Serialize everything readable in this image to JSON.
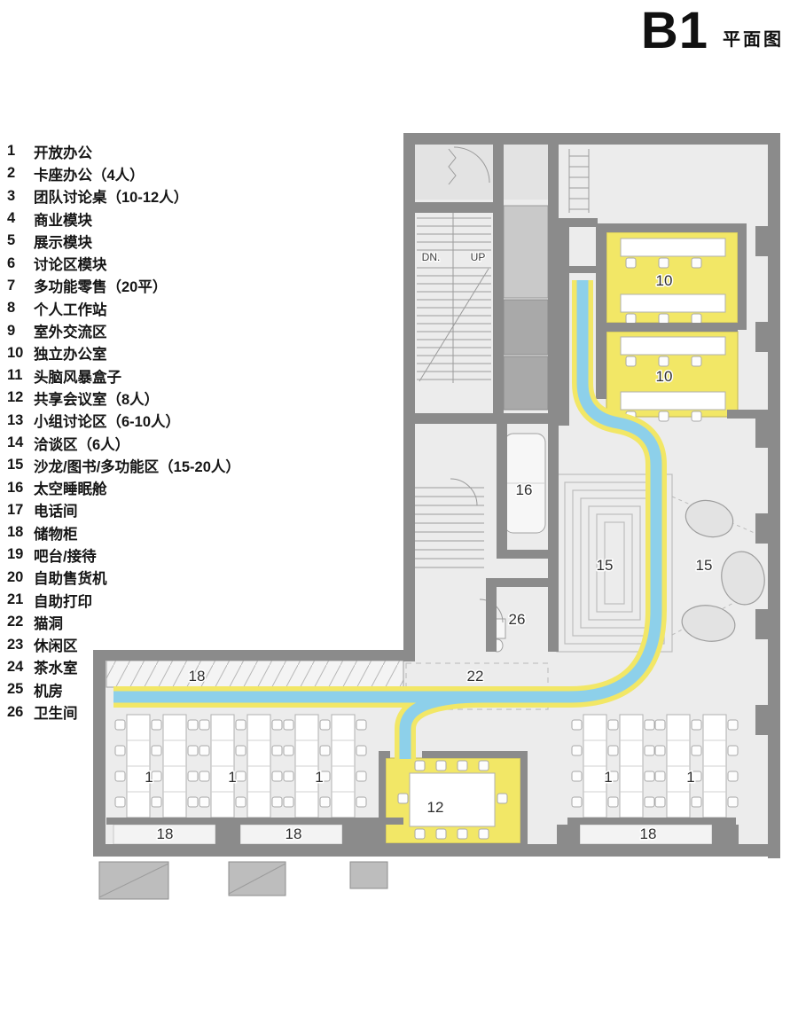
{
  "title": {
    "main": "B1",
    "sub": "平面图"
  },
  "legend": {
    "items": [
      {
        "num": "1",
        "label": "开放办公"
      },
      {
        "num": "2",
        "label": "卡座办公（4人）"
      },
      {
        "num": "3",
        "label": "团队讨论桌（10-12人）"
      },
      {
        "num": "4",
        "label": "商业模块"
      },
      {
        "num": "5",
        "label": "展示模块"
      },
      {
        "num": "6",
        "label": "讨论区模块"
      },
      {
        "num": "7",
        "label": "多功能零售（20平）"
      },
      {
        "num": "8",
        "label": "个人工作站"
      },
      {
        "num": "9",
        "label": "室外交流区"
      },
      {
        "num": "10",
        "label": "独立办公室"
      },
      {
        "num": "11",
        "label": "头脑风暴盒子"
      },
      {
        "num": "12",
        "label": "共享会议室（8人）"
      },
      {
        "num": "13",
        "label": "小组讨论区（6-10人）"
      },
      {
        "num": "14",
        "label": "洽谈区（6人）"
      },
      {
        "num": "15",
        "label": "沙龙/图书/多功能区（15-20人）"
      },
      {
        "num": "16",
        "label": "太空睡眠舱"
      },
      {
        "num": "17",
        "label": "电话间"
      },
      {
        "num": "18",
        "label": "储物柜"
      },
      {
        "num": "19",
        "label": "吧台/接待"
      },
      {
        "num": "20",
        "label": "自助售货机"
      },
      {
        "num": "21",
        "label": "自助打印"
      },
      {
        "num": "22",
        "label": "猫洞"
      },
      {
        "num": "23",
        "label": "休闲区"
      },
      {
        "num": "24",
        "label": "茶水室"
      },
      {
        "num": "25",
        "label": "机房"
      },
      {
        "num": "26",
        "label": "卫生间"
      }
    ]
  },
  "plan": {
    "stairs": {
      "dn": "DN.",
      "up": "UP"
    },
    "room_labels": [
      {
        "text": "10"
      },
      {
        "text": "10"
      },
      {
        "text": "16"
      },
      {
        "text": "15"
      },
      {
        "text": "15"
      },
      {
        "text": "26"
      },
      {
        "text": "18"
      },
      {
        "text": "22"
      },
      {
        "text": "1"
      },
      {
        "text": "1"
      },
      {
        "text": "1"
      },
      {
        "text": "1"
      },
      {
        "text": "1"
      },
      {
        "text": "12"
      },
      {
        "text": "18"
      },
      {
        "text": "18"
      },
      {
        "text": "18"
      }
    ]
  },
  "colors": {
    "wall": "#8b8b8b",
    "floor": "#ececec",
    "accent_yellow": "#f2e766",
    "accent_blue": "#8dd0ea"
  }
}
